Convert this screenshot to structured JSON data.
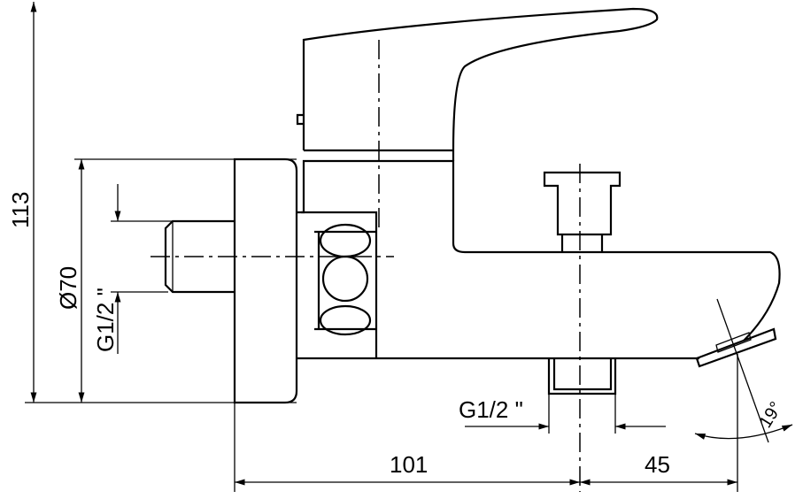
{
  "drawing": {
    "dim_height": "113",
    "dim_flange_diameter": "Ø70",
    "dim_inlet_thread": "G1/2 \"",
    "dim_outlet_thread": "G1/2 \"",
    "dim_wall_to_center": "101",
    "dim_center_to_spout": "45",
    "dim_spout_angle": "19°"
  }
}
